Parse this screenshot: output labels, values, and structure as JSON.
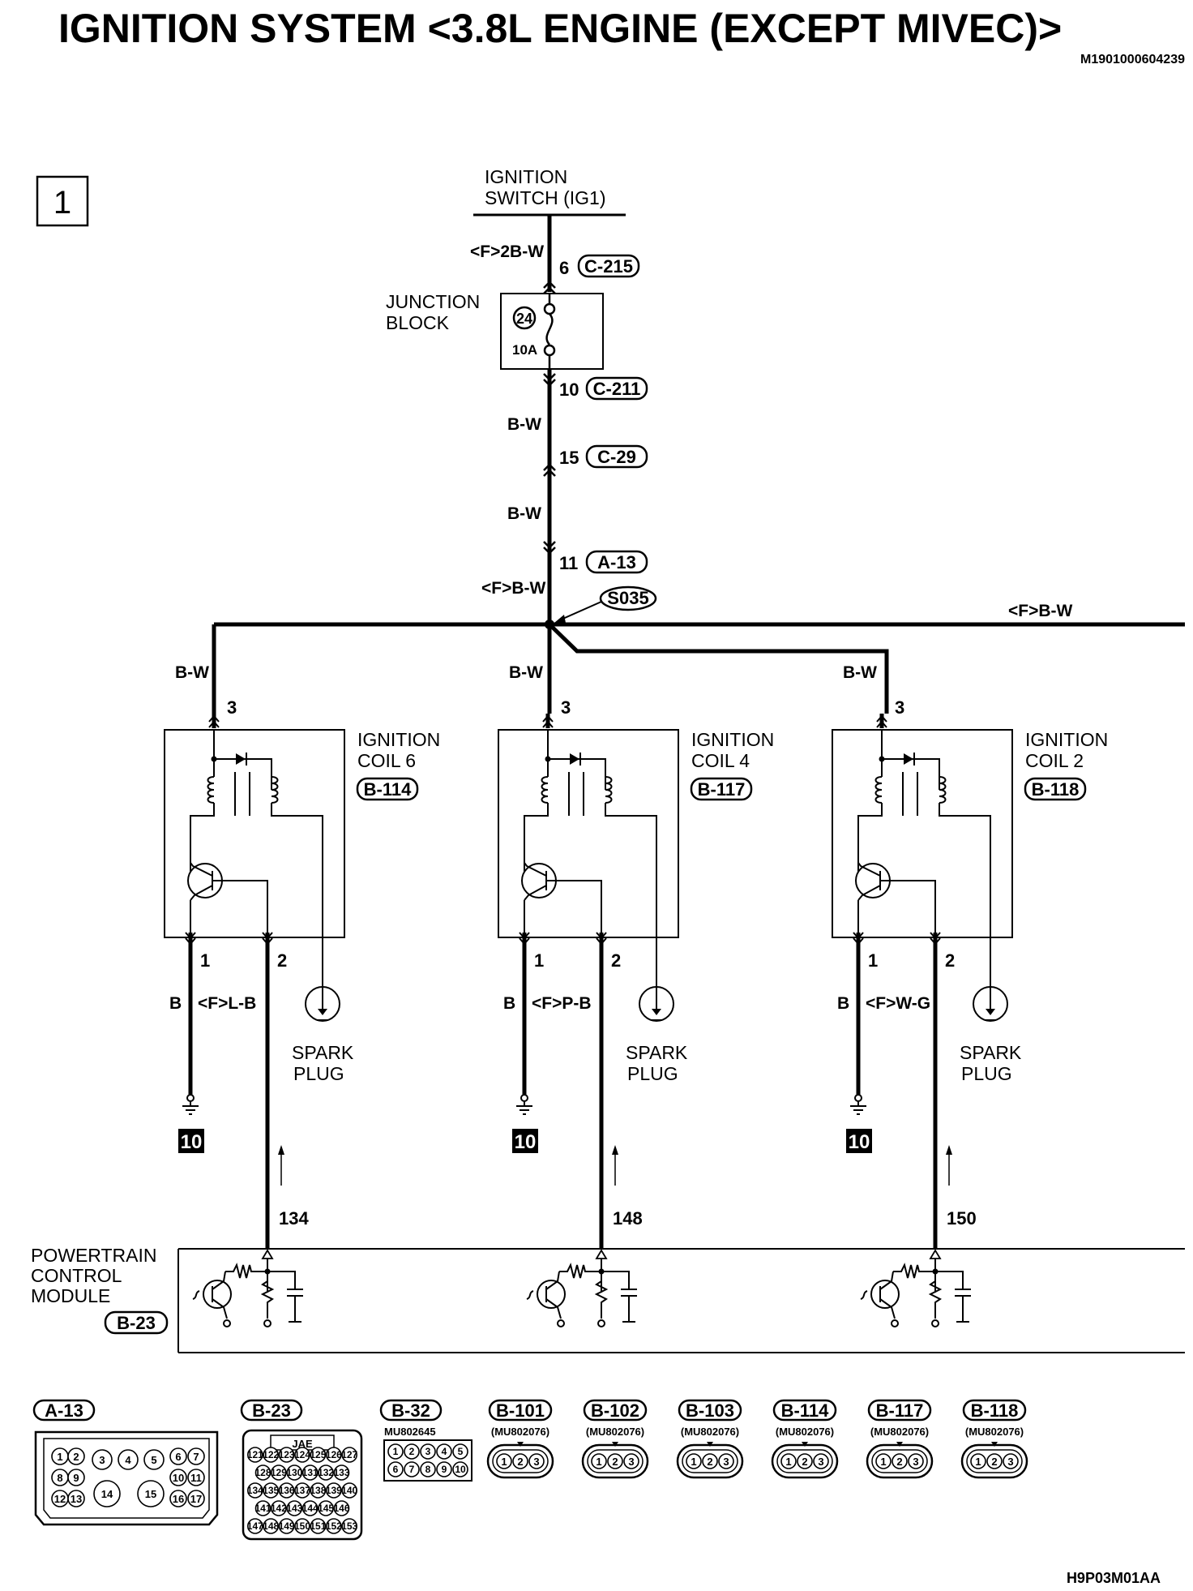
{
  "title": "IGNITION SYSTEM <3.8L ENGINE (EXCEPT MIVEC)>",
  "doc_id": "M1901000604239",
  "figure_code": "H9P03M01AA",
  "page_number": "1",
  "switch": {
    "line1": "IGNITION",
    "line2": "SWITCH (IG1)"
  },
  "top_wire": "<F>2B-W",
  "junction": {
    "line1": "JUNCTION",
    "line2": "BLOCK",
    "fuse_no": "24",
    "fuse_rating": "10A"
  },
  "main_connectors": [
    {
      "pin": "6",
      "conn": "C-215"
    },
    {
      "pin": "10",
      "conn": "C-211"
    },
    {
      "pin": "15",
      "conn": "C-29"
    },
    {
      "pin": "11",
      "conn": "A-13"
    }
  ],
  "main_wires": [
    "B-W",
    "B-W",
    "<F>B-W"
  ],
  "splice": "S035",
  "bus_wire": "<F>B-W",
  "coils": [
    {
      "name_line1": "IGNITION",
      "name_line2": "COIL 6",
      "conn": "B-114",
      "feed_wire": "B-W",
      "feed_pin": "3",
      "pin_ground": "1",
      "pin_signal": "2",
      "ground_wire": "B",
      "signal_wire": "<F>L-B",
      "plug_line1": "SPARK",
      "plug_line2": "PLUG",
      "ground_ref": "10",
      "pcm_pin": "134"
    },
    {
      "name_line1": "IGNITION",
      "name_line2": "COIL 4",
      "conn": "B-117",
      "feed_wire": "B-W",
      "feed_pin": "3",
      "pin_ground": "1",
      "pin_signal": "2",
      "ground_wire": "B",
      "signal_wire": "<F>P-B",
      "plug_line1": "SPARK",
      "plug_line2": "PLUG",
      "ground_ref": "10",
      "pcm_pin": "148"
    },
    {
      "name_line1": "IGNITION",
      "name_line2": "COIL 2",
      "conn": "B-118",
      "feed_wire": "B-W",
      "feed_pin": "3",
      "pin_ground": "1",
      "pin_signal": "2",
      "ground_wire": "B",
      "signal_wire": "<F>W-G",
      "plug_line1": "SPARK",
      "plug_line2": "PLUG",
      "ground_ref": "10",
      "pcm_pin": "150"
    }
  ],
  "pcm": {
    "line1": "POWERTRAIN",
    "line2": "CONTROL",
    "line3": "MODULE",
    "conn": "B-23"
  },
  "connector_views": {
    "a13": {
      "label": "A-13",
      "pins": [
        "1",
        "2",
        "3",
        "4",
        "5",
        "6",
        "7",
        "8",
        "9",
        "10",
        "11",
        "12",
        "13",
        "14",
        "15",
        "16",
        "17"
      ]
    },
    "b23": {
      "label": "B-23",
      "maker": "JAE",
      "pins": [
        "121",
        "122",
        "123",
        "124",
        "125",
        "126",
        "127",
        "128",
        "129",
        "130",
        "131",
        "132",
        "133",
        "134",
        "135",
        "136",
        "137",
        "138",
        "139",
        "140",
        "141",
        "142",
        "143",
        "144",
        "145",
        "146",
        "147",
        "148",
        "149",
        "150",
        "151",
        "152",
        "153"
      ]
    },
    "b32": {
      "label": "B-32",
      "part": "MU802645",
      "pins": [
        "1",
        "2",
        "3",
        "4",
        "5",
        "6",
        "7",
        "8",
        "9",
        "10"
      ]
    },
    "three_pin": [
      {
        "label": "B-101",
        "part": "(MU802076)",
        "pins": [
          "1",
          "2",
          "3"
        ]
      },
      {
        "label": "B-102",
        "part": "(MU802076)",
        "pins": [
          "1",
          "2",
          "3"
        ]
      },
      {
        "label": "B-103",
        "part": "(MU802076)",
        "pins": [
          "1",
          "2",
          "3"
        ]
      },
      {
        "label": "B-114",
        "part": "(MU802076)",
        "pins": [
          "1",
          "2",
          "3"
        ]
      },
      {
        "label": "B-117",
        "part": "(MU802076)",
        "pins": [
          "1",
          "2",
          "3"
        ]
      },
      {
        "label": "B-118",
        "part": "(MU802076)",
        "pins": [
          "1",
          "2",
          "3"
        ]
      }
    ]
  }
}
